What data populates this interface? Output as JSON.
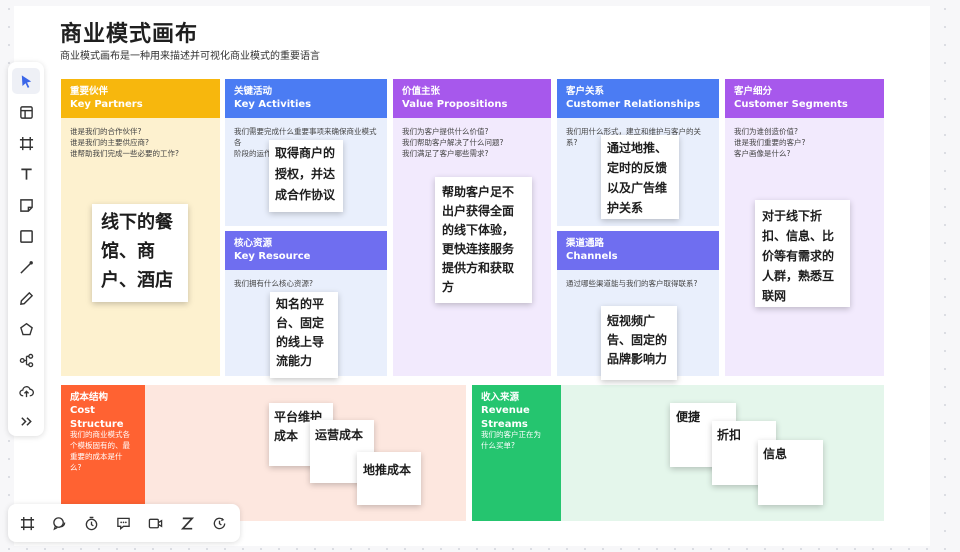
{
  "page": {
    "title": "商业模式画布",
    "subtitle": "商业模式画布是一种用来描述并可视化商业模式的重要语言"
  },
  "colors": {
    "partners": "#f7b70d",
    "partners_bg": "#fdf1cf",
    "blue": "#4b7cf3",
    "blue_bg": "#e9effc",
    "resource": "#6f6ef0",
    "channels": "#6f6ef0",
    "purple": "#a758ec",
    "purple_bg": "#f2eafd",
    "cost": "#ff6232",
    "cost_bg": "#fde7df",
    "revenue": "#25c56f",
    "revenue_bg": "#e4f6eb"
  },
  "canvas": {
    "partners": {
      "zh": "重要伙伴",
      "en": "Key Partners",
      "question": "谁是我们的合作伙伴?\n谁是我们的主要供应商?\n谁帮助我们完成一些必要的工作?"
    },
    "activities": {
      "zh": "关键活动",
      "en": "Key Activities",
      "question": "我们需要完成什么重要事项来确保商业模式各\n阶段的运作?"
    },
    "resources": {
      "zh": "核心资源",
      "en": "Key Resource",
      "question": "我们拥有什么核心资源?"
    },
    "value": {
      "zh": "价值主张",
      "en": "Value Propositions",
      "question": "我们为客户提供什么价值?\n我们帮助客户解决了什么问题?\n我们满足了客户哪些需求?"
    },
    "relationships": {
      "zh": "客户关系",
      "en": "Customer Relationships",
      "question": "我们用什么形式，建立和维护与客户的关系?"
    },
    "channels": {
      "zh": "渠道通路",
      "en": "Channels",
      "question": "通过哪些渠道能与我们的客户取得联系?"
    },
    "segments": {
      "zh": "客户细分",
      "en": "Customer Segments",
      "question": "我们为谁创造价值?\n谁是我们重要的客户?\n客户画像是什么?"
    },
    "cost": {
      "zh": "成本结构",
      "en": "Cost Structure",
      "question": "我们的商业模式各\n个模板固有的、最\n重要的成本是什\n么?"
    },
    "revenue": {
      "zh": "收入来源",
      "en": "Revenue Streams",
      "question": "我们的客户正在为\n什么买单?"
    }
  },
  "stickies": {
    "partners": "线下的餐\n馆、商\n户、酒店",
    "activities": "取得商户的\n授权，并达\n成合作协议",
    "resources": "知名的平\n台、固定\n的线上导\n流能力",
    "value": "帮助客户足不\n出户获得全面\n的线下体验，\n更快连接服务\n提供方和获取\n方",
    "relationships": "通过地推、\n定时的反馈\n以及广告维\n护关系",
    "channels": "短视频广\n告、固定的\n品牌影响力",
    "segments": "对于线下折\n扣、信息、比\n价等有需求的\n人群，熟悉互\n联网",
    "cost1": "平台维护\n成本",
    "cost2": "运营成本",
    "cost3": "地推成本",
    "rev1": "便捷",
    "rev2": "折扣",
    "rev3": "信息"
  },
  "toolbar": {
    "left": [
      "cursor-icon",
      "template-icon",
      "frame-icon",
      "text-icon",
      "sticky-note-icon",
      "rectangle-icon",
      "line-icon",
      "pen-icon",
      "pentagon-icon",
      "mindmap-icon",
      "upload-icon",
      "more-icon"
    ],
    "bottom": [
      "frame-tool-icon",
      "comment-icon",
      "timer-icon",
      "chat-icon",
      "video-icon",
      "z-icon",
      "clock-icon"
    ]
  }
}
